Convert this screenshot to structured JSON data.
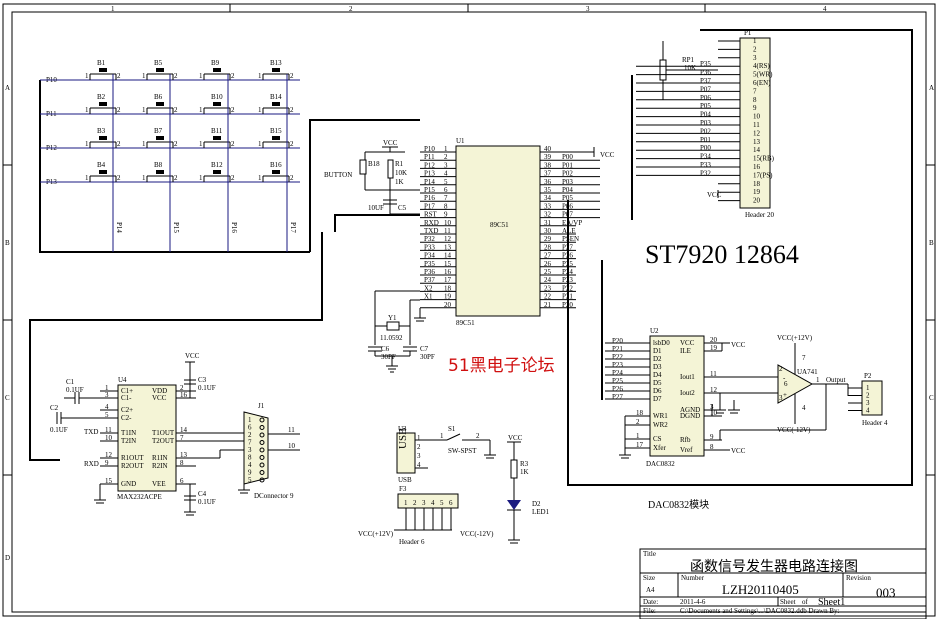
{
  "border": {
    "columns": [
      "1",
      "2",
      "3",
      "4"
    ],
    "rows": [
      "A",
      "B",
      "C",
      "D"
    ]
  },
  "keypad": {
    "rows": [
      "P10",
      "P11",
      "P12",
      "P13"
    ],
    "cols": [
      "P14",
      "P15",
      "P16",
      "P17"
    ],
    "buttons": [
      "B1",
      "B5",
      "B9",
      "B13",
      "B2",
      "B6",
      "B10",
      "B14",
      "B3",
      "B7",
      "B11",
      "B15",
      "B4",
      "B8",
      "B12",
      "B16"
    ]
  },
  "reset": {
    "vcc": "VCC",
    "button_ref": "B18",
    "button_label": "BUTTON",
    "r1_ref": "R1",
    "r1_val": "10K",
    "r1_val2": "1K",
    "cap_val": "10UF",
    "cap_ref": "C5"
  },
  "mcu": {
    "ref": "U1",
    "part": "89C51",
    "sub": "89C51",
    "left_pins": [
      {
        "name": "P10",
        "num": "1"
      },
      {
        "name": "P11",
        "num": "2"
      },
      {
        "name": "P12",
        "num": "3"
      },
      {
        "name": "P13",
        "num": "4"
      },
      {
        "name": "P14",
        "num": "5"
      },
      {
        "name": "P15",
        "num": "6"
      },
      {
        "name": "P16",
        "num": "7"
      },
      {
        "name": "P17",
        "num": "8"
      },
      {
        "name": "RST",
        "num": "9"
      },
      {
        "name": "RXD",
        "num": "10"
      },
      {
        "name": "TXD",
        "num": "11"
      },
      {
        "name": "P32",
        "num": "12"
      },
      {
        "name": "P33",
        "num": "13"
      },
      {
        "name": "P34",
        "num": "14"
      },
      {
        "name": "P35",
        "num": "15"
      },
      {
        "name": "P36",
        "num": "16"
      },
      {
        "name": "P37",
        "num": "17"
      },
      {
        "name": "X2",
        "num": "18"
      },
      {
        "name": "X1",
        "num": "19"
      },
      {
        "name": "",
        "num": "20"
      }
    ],
    "right_pins": [
      {
        "name": "",
        "num": "40"
      },
      {
        "name": "P00",
        "num": "39"
      },
      {
        "name": "P01",
        "num": "38"
      },
      {
        "name": "P02",
        "num": "37"
      },
      {
        "name": "P03",
        "num": "36"
      },
      {
        "name": "P04",
        "num": "35"
      },
      {
        "name": "P05",
        "num": "34"
      },
      {
        "name": "P06",
        "num": "33"
      },
      {
        "name": "P07",
        "num": "32"
      },
      {
        "name": "EA/VP",
        "num": "31"
      },
      {
        "name": "ALE",
        "num": "30"
      },
      {
        "name": "PSEN",
        "num": "29"
      },
      {
        "name": "P27",
        "num": "28"
      },
      {
        "name": "P26",
        "num": "27"
      },
      {
        "name": "P25",
        "num": "26"
      },
      {
        "name": "P24",
        "num": "25"
      },
      {
        "name": "P23",
        "num": "24"
      },
      {
        "name": "P22",
        "num": "23"
      },
      {
        "name": "P21",
        "num": "22"
      },
      {
        "name": "P20",
        "num": "21"
      }
    ],
    "vcc": "VCC"
  },
  "crystal": {
    "ref": "Y1",
    "freq": "11.0592",
    "c6_ref": "C6",
    "c6_val": "30PF",
    "c7_ref": "C7",
    "c7_val": "30PF"
  },
  "header20": {
    "ref": "P1",
    "pins": [
      "1",
      "2",
      "3",
      "4(RS)",
      "5(WR)",
      "6(EN)",
      "7",
      "8",
      "9",
      "10",
      "11",
      "12",
      "13",
      "14",
      "15(RB)",
      "16",
      "17(PS)",
      "18",
      "19",
      "20"
    ],
    "label": "Header 20",
    "nets": [
      "P35",
      "P36",
      "P37",
      "P07",
      "P06",
      "P05",
      "P04",
      "P03",
      "P02",
      "P01",
      "P00",
      "P34",
      "P33",
      "P32"
    ],
    "rp1_ref": "RP1",
    "rp1_val": "10K",
    "vcc": "VCC"
  },
  "lcd_title": "ST7920 12864",
  "forum": "51黑电子论坛",
  "max232": {
    "ref": "U4",
    "part": "MAX232ACPE",
    "left": [
      {
        "name": "C1+",
        "num": "1"
      },
      {
        "name": "C1-",
        "num": "3"
      },
      {
        "name": "C2+",
        "num": "4"
      },
      {
        "name": "C2-",
        "num": "5"
      },
      {
        "name": "T1IN",
        "num": "11"
      },
      {
        "name": "T2IN",
        "num": "10"
      },
      {
        "name": "R1OUT",
        "num": "12"
      },
      {
        "name": "R2OUT",
        "num": "9"
      },
      {
        "name": "GND",
        "num": "15"
      }
    ],
    "right": [
      {
        "name": "VDD",
        "num": "2"
      },
      {
        "name": "VCC",
        "num": "16"
      },
      {
        "name": "T1OUT",
        "num": "14"
      },
      {
        "name": "T2OUT",
        "num": "7"
      },
      {
        "name": "R1IN",
        "num": "13"
      },
      {
        "name": "R2IN",
        "num": "8"
      },
      {
        "name": "VEE",
        "num": "6"
      }
    ],
    "txd": "TXD",
    "rxd": "RXD",
    "c1_ref": "C1",
    "c1_val": "0.1UF",
    "c2_ref": "C2",
    "c2_val": "0.1UF",
    "c3_ref": "C3",
    "c3_val": "0.1UF",
    "c4_ref": "C4",
    "c4_val": "0.1UF",
    "vcc": "VCC"
  },
  "dconn": {
    "ref": "J1",
    "pins": [
      "1",
      "6",
      "2",
      "7",
      "3",
      "8",
      "4",
      "9",
      "5"
    ],
    "label": "DConnector 9",
    "net11": "11",
    "net10": "10"
  },
  "usb": {
    "ref": "U3",
    "body": "USB",
    "label": "USB",
    "switch_ref": "S1",
    "switch_label": "SW-SPST",
    "pins": [
      "1",
      "2",
      "3",
      "4"
    ],
    "sw_pins": [
      "1",
      "2"
    ]
  },
  "header6": {
    "ref": "F3",
    "pins": [
      "1",
      "2",
      "3",
      "4",
      "5",
      "6"
    ],
    "label": "Header 6",
    "vcc_pos": "VCC(+12V)",
    "vcc_neg": "VCC(-12V)"
  },
  "led": {
    "vcc": "VCC",
    "r_ref": "R3",
    "r_val": "1K",
    "d_ref": "D2",
    "d_val": "LED1"
  },
  "dac": {
    "ref": "U2",
    "part": "DAC0832",
    "left": [
      {
        "name": "lsbD0",
        "num": ""
      },
      {
        "name": "D1",
        "num": ""
      },
      {
        "name": "D2",
        "num": ""
      },
      {
        "name": "D3",
        "num": ""
      },
      {
        "name": "D4",
        "num": ""
      },
      {
        "name": "D5",
        "num": ""
      },
      {
        "name": "D6",
        "num": ""
      },
      {
        "name": "D7",
        "num": ""
      },
      {
        "name": "WR1",
        "num": "18"
      },
      {
        "name": "WR2",
        "num": "2"
      },
      {
        "name": "CS",
        "num": "1"
      },
      {
        "name": "Xfer",
        "num": "17"
      }
    ],
    "right": [
      {
        "name": "VCC",
        "num": "20"
      },
      {
        "name": "ILE",
        "num": "19"
      },
      {
        "name": "Iout1",
        "num": "11"
      },
      {
        "name": "Iout2",
        "num": "12"
      },
      {
        "name": "AGND",
        "num": "3"
      },
      {
        "name": "DGND",
        "num": "10"
      },
      {
        "name": "Rfb",
        "num": "9"
      },
      {
        "name": "Vref",
        "num": "8"
      }
    ],
    "nets": [
      "P20",
      "P21",
      "P22",
      "P23",
      "P24",
      "P25",
      "P26",
      "P27"
    ],
    "vcc": "VCC",
    "module_label": "DAC0832模块"
  },
  "opamp": {
    "ref": "UA741",
    "vcc_pos": "VCC(+12V)",
    "vcc_neg": "VCC(-12V)",
    "pins": [
      "2",
      "3",
      "7",
      "4",
      "6",
      "1"
    ],
    "sign_pos": "+",
    "sign_neg": "-",
    "output": "Output"
  },
  "header4": {
    "ref": "P2",
    "pins": [
      "1",
      "2",
      "3",
      "4"
    ],
    "label": "Header 4"
  },
  "titleblock": {
    "title_label": "Title",
    "title": "函数信号发生器电路连接图",
    "size_label": "Size",
    "size": "A4",
    "number_label": "Number",
    "number": "LZH20110405",
    "revision_label": "Revision",
    "revision": "003",
    "date_label": "Date:",
    "date": "2011-4-6",
    "sheet_label": "Sheet",
    "of_label": "of",
    "sheet": "Sheet1",
    "file_label": "File:",
    "file": "C:\\Documents and Settings\\...\\DAC0832.ddb  Drawn By:"
  }
}
